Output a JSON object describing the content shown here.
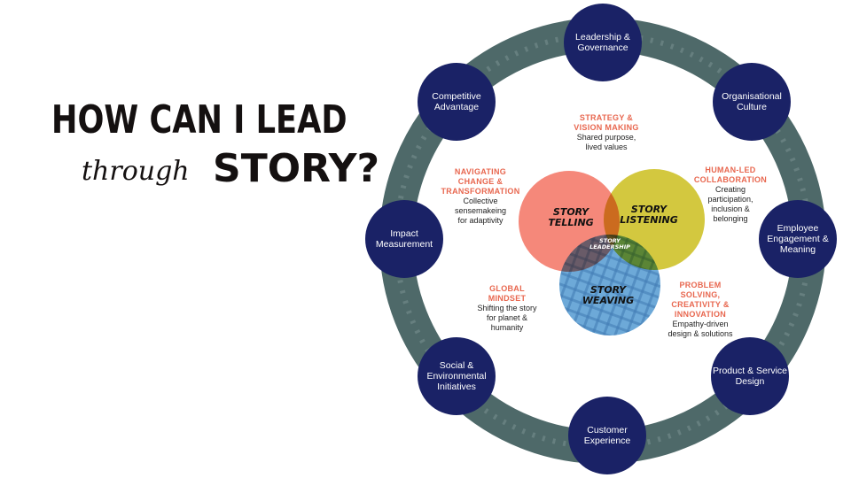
{
  "title": {
    "line1": "HOW CAN I LEAD",
    "line2a": "through",
    "line2b": "STORY?"
  },
  "colors": {
    "ring": "#3f5c5c",
    "node": "#1a2266",
    "heading": "#e8674f",
    "telling": "#f47b6b",
    "listening": "#cfc22a",
    "weaving": "#4f95cc"
  },
  "ring_nodes": [
    {
      "label": "Leadership & Governance"
    },
    {
      "label": "Organisational Culture"
    },
    {
      "label": "Employee Engagement & Meaning"
    },
    {
      "label": "Product & Service Design"
    },
    {
      "label": "Customer Experience"
    },
    {
      "label": "Social & Environmental Initiatives"
    },
    {
      "label": "Impact Measurement"
    },
    {
      "label": "Competitive Advantage"
    }
  ],
  "capabilities": [
    {
      "heading": "STRATEGY &\nVISION MAKING",
      "body": "Shared purpose,\nlived values"
    },
    {
      "heading": "HUMAN-LED\nCOLLABORATION",
      "body": "Creating\nparticipation,\ninclusion &\nbelonging"
    },
    {
      "heading": "PROBLEM\nSOLVING,\nCREATIVITY &\nINNOVATION",
      "body": "Empathy-driven\ndesign & solutions"
    },
    {
      "heading": "GLOBAL\nMINDSET",
      "body": "Shifting the story\nfor planet &\nhumanity"
    },
    {
      "heading": "NAVIGATING\nCHANGE &\nTRANSFORMATION",
      "body": "Collective\nsensemakeing\nfor adaptivity"
    }
  ],
  "venn": {
    "telling": "STORY\nTELLING",
    "listening": "STORY\nLISTENING",
    "weaving": "STORY\nWEAVING",
    "center": "STORY\nLEADERSHIP"
  }
}
